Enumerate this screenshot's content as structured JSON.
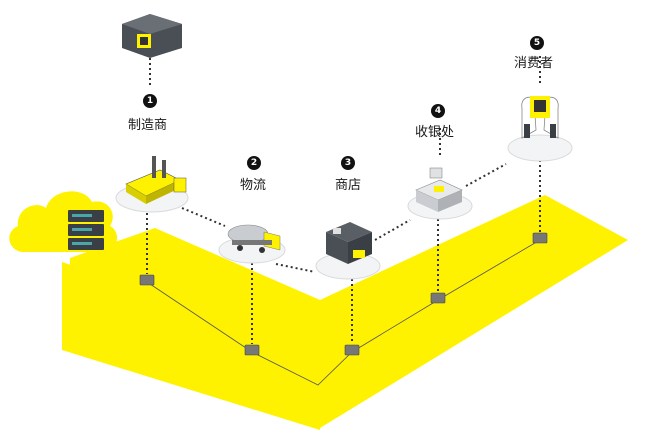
{
  "colors": {
    "accent_yellow": "#fff200",
    "dark": "#3a3f45",
    "server_teal": "#4aa6a8",
    "text": "#1a1a1a"
  },
  "steps": [
    {
      "number": "1",
      "label": "制造商",
      "icon": "manufacturer-icon"
    },
    {
      "number": "2",
      "label": "物流",
      "icon": "logistics-truck-icon"
    },
    {
      "number": "3",
      "label": "商店",
      "icon": "store-icon"
    },
    {
      "number": "4",
      "label": "收银处",
      "icon": "checkout-register-icon"
    },
    {
      "number": "5",
      "label": "消费者",
      "icon": "consumer-hand-icon"
    }
  ],
  "extra_icons": [
    "package-box-icon",
    "cloud-server-icon",
    "network-node-icon"
  ]
}
